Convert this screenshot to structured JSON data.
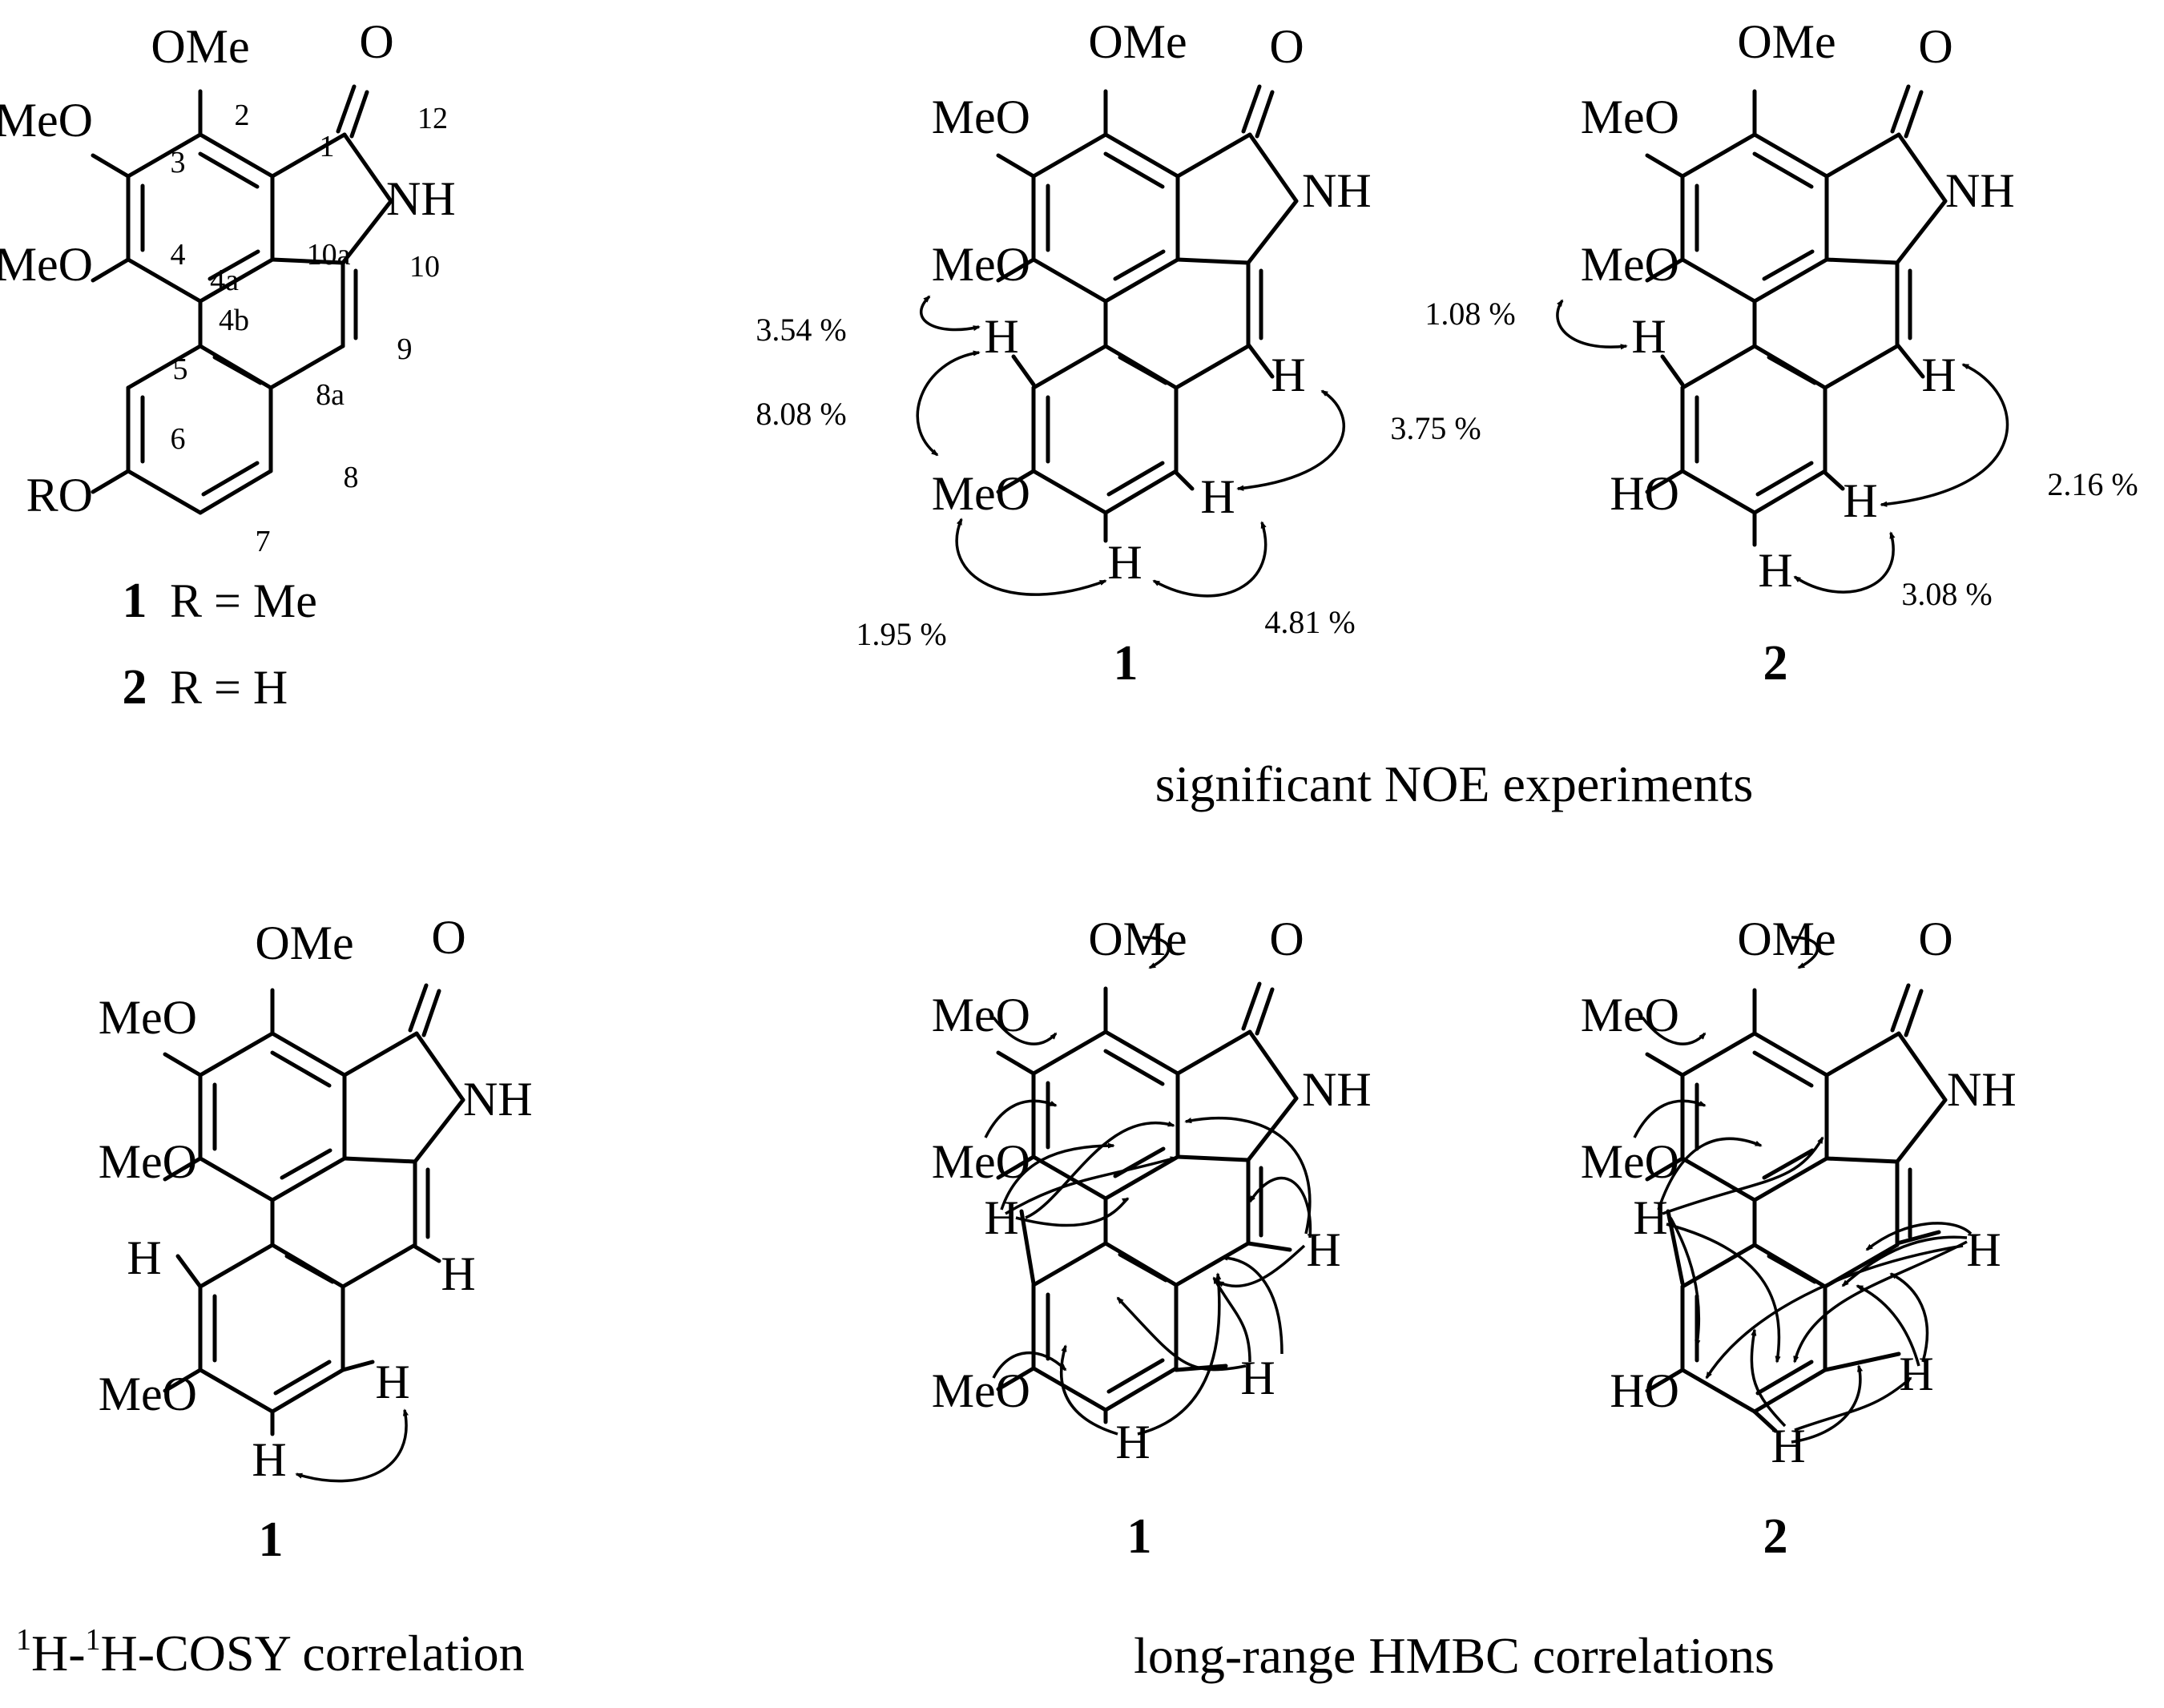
{
  "labels": {
    "ome": "OMe",
    "meo": "MeO",
    "ro": "RO",
    "ho": "HO",
    "nh": "NH",
    "o": "O",
    "h": "H"
  },
  "numbering": [
    "1",
    "2",
    "3",
    "4",
    "4a",
    "4b",
    "5",
    "6",
    "7",
    "8",
    "8a",
    "9",
    "10",
    "10a",
    "12"
  ],
  "compounds": {
    "c1": "1",
    "c2": "2",
    "r1": "R = Me",
    "r2": "R = H"
  },
  "noe": {
    "c1": [
      "3.54 %",
      "8.08 %",
      "3.75 %",
      "1.95 %",
      "4.81 %"
    ],
    "c2": [
      "1.08 %",
      "2.16 %",
      "3.08 %"
    ]
  },
  "captions": {
    "noe": "significant NOE experiments",
    "cosy_sup1": "1",
    "cosy_mid": "H-",
    "cosy_sup2": "1",
    "cosy_rest": "H-COSY correlation",
    "hmbc": "long-range HMBC correlations"
  }
}
